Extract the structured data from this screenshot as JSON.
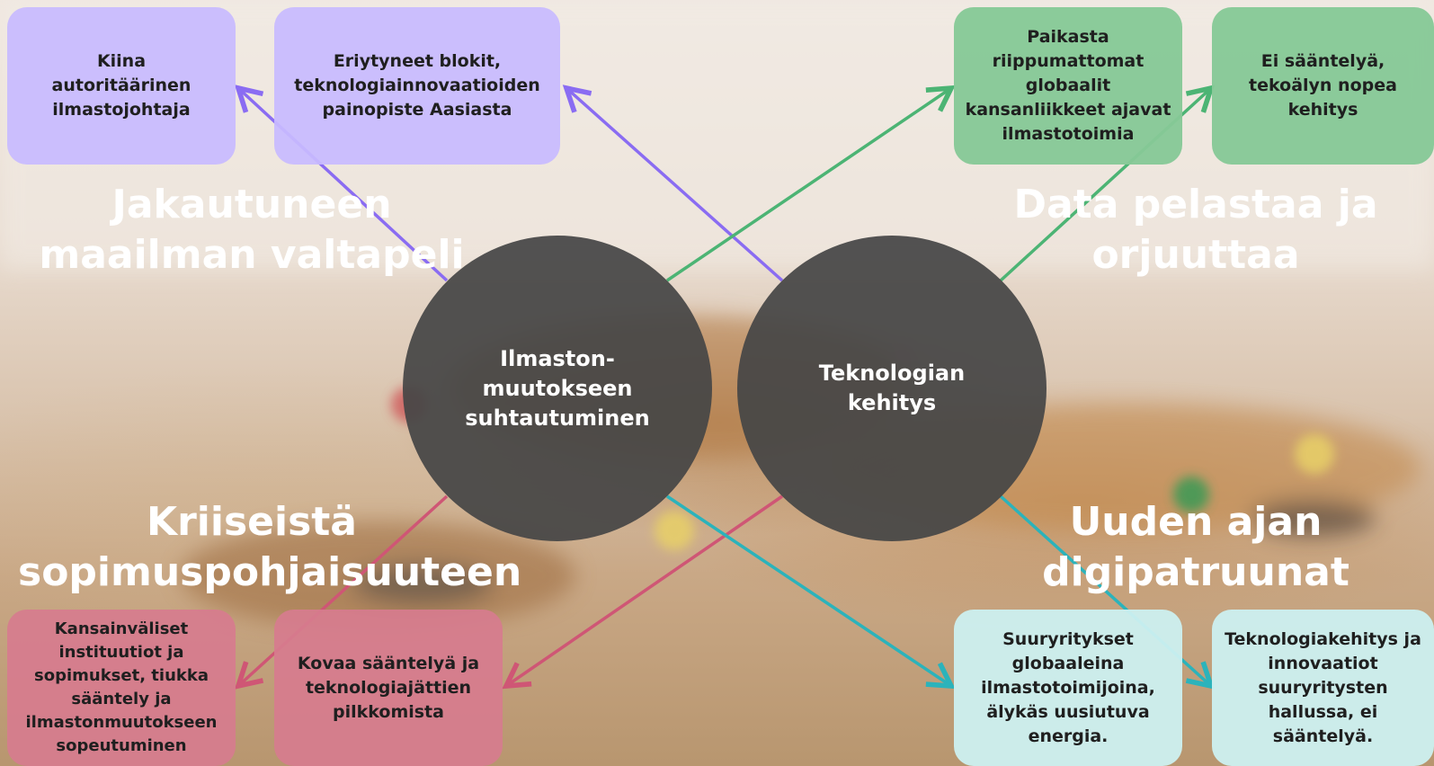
{
  "colors": {
    "purple_box": "#c8baff",
    "purple_arrow": "#8a6cf2",
    "green_box": "#86c997",
    "green_arrow": "#4cb474",
    "pink_box": "#d67c8e",
    "pink_arrow": "#cf5675",
    "cyan_box": "#ccf0f0",
    "cyan_arrow": "#2bb3bb",
    "circle": "#464646"
  },
  "circles": {
    "climate": "Ilmaston-\nmuutokseen\nsuhtautuminen",
    "technology": "Teknologian\nkehitys"
  },
  "scenarios": {
    "top_left": "Jakautuneen\nmaailman valtapeli",
    "top_right": "Data pelastaa ja\norjuuttaa",
    "bottom_left": "Kriiseistä\nsopimuspohjaisuuteen",
    "bottom_right": "Uuden ajan\ndigipatruunat"
  },
  "boxes": {
    "top_left_1": "Kiina\nautoritäärinen\nilmastojohtaja",
    "top_left_2": "Eriytyneet blokit,\nteknologiainnovaatioiden\npainopiste Aasiasta",
    "top_right_1": "Paikasta\nriippumattomat\nglobaalit\nkansanliikkeet ajavat\nilmastotoimia",
    "top_right_2": "Ei sääntelyä,\ntekoälyn nopea\nkehitys",
    "bottom_left_1": "Kansainväliset\ninstituutiot ja\nsopimukset, tiukka\nsääntely ja\nilmastonmuutokseen\nsopeutuminen",
    "bottom_left_2": "Kovaa sääntelyä ja\nteknologiajättien\npilkkomista",
    "bottom_right_1": "Suuryritykset\nglobaaleina\nilmastotoimijoina,\nälykäs uusiutuva\nenergia.",
    "bottom_right_2": "Teknologiakehitys ja\ninnovaatiot\nsuuryritysten\nhallussa, ei\nsääntelyä."
  }
}
